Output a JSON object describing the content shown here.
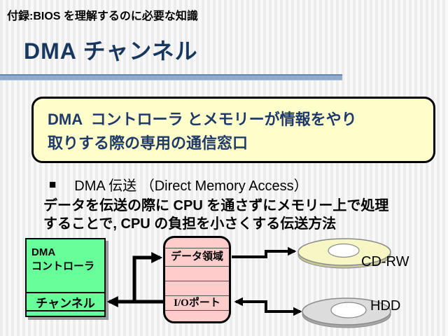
{
  "colors": {
    "title_navy": "#17375E",
    "callout_text_navy": "#1F3A68",
    "rule_blue": "#8FAACB",
    "rule_blue_dark": "#6486AE",
    "callout_bg": "#FFFFCC",
    "controller_green": "#66FF99",
    "memory_pink": "#FFCCCC",
    "cdrw_yellow": "#F7F7C6",
    "hdd_gray": "#DCDCDC",
    "arrow_black": "#000000"
  },
  "header": {
    "note": "付録:BIOS を理解するのに必要な知識"
  },
  "title": "DMA チャンネル",
  "callout": {
    "line1": "DMA  コントローラ とメモリーが情報をやり",
    "line2": "取りする際の専用の通信窓口"
  },
  "body": {
    "bullet_icon": "■",
    "heading": "DMA 伝送 （Direct Memory Access）",
    "line1": "データを伝送の際に CPU を通さずにメモリー上で処理",
    "line2": "することで, CPU の負担を小さくする伝送方法"
  },
  "diagram": {
    "controller": {
      "name_line1": "DMA",
      "name_line2": "コントローラ",
      "channel": "チャンネル"
    },
    "memory": {
      "data_area": "データ領域",
      "io_port": "I/Oポート"
    },
    "devices": {
      "cdrw": "CD-RW",
      "hdd": "HDD"
    }
  }
}
